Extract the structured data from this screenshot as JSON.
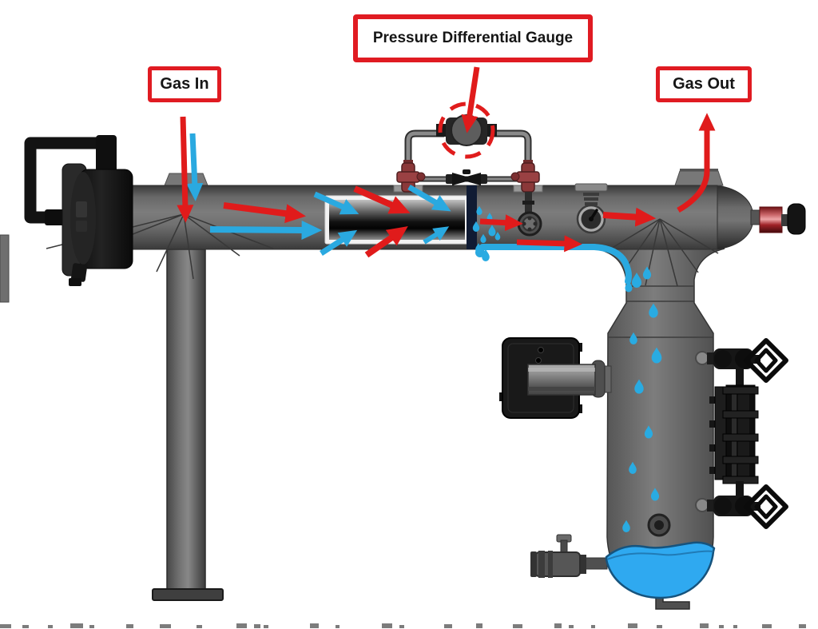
{
  "figure": {
    "type": "technical-diagram",
    "subject": "gas filter separator cutaway with flow annotations"
  },
  "callouts": {
    "pressure_differential_gauge": {
      "label": "Pressure Differential Gauge"
    },
    "gas_in": {
      "label": "Gas In"
    },
    "gas_out": {
      "label": "Gas Out"
    }
  },
  "colors": {
    "callout_border": "#e01b22",
    "dirty_gas_arrow_red": "#e01b1b",
    "clean_gas_arrow_blue": "#2aa9e0",
    "liquid_blue": "#2fa9f0",
    "vessel_gray": "#6e6e6e",
    "filter_element_dark": "#111111",
    "background": "#ffffff"
  }
}
